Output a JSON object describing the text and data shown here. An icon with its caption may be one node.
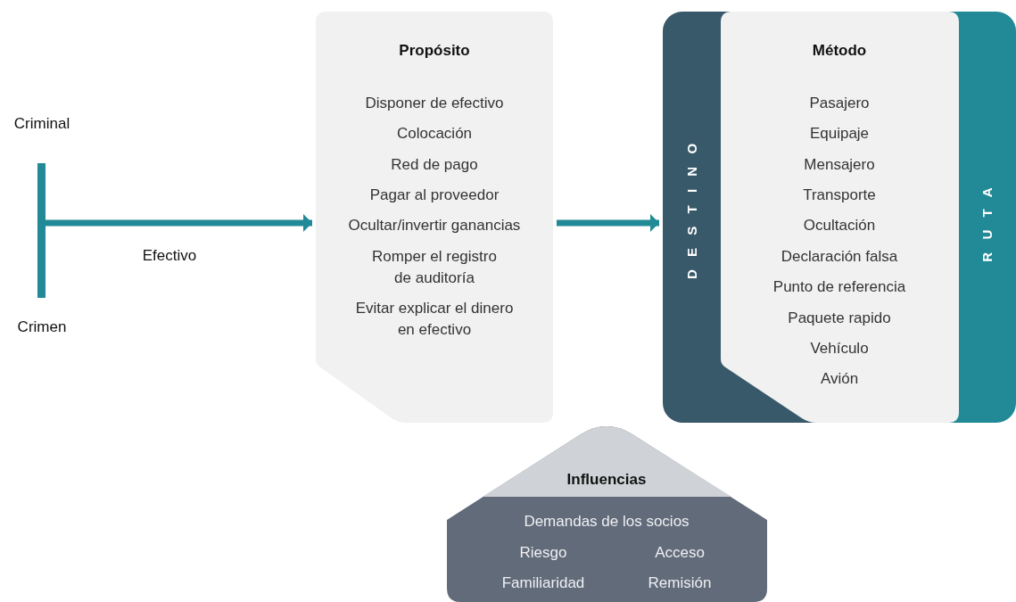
{
  "diagram": {
    "nodes": [
      {
        "text": [],
        "shape": "bar"
      },
      {
        "text": [
          "Propósito",
          "Disponer de efectivo",
          "Colocación",
          "Red de pago",
          "Pagar al proveedor",
          "Ocultar/invertir ganancias",
          "Romper el registro de auditoría",
          "Evitar explicar el dinero en efectivo"
        ]
      },
      {
        "text": [
          "DESTINO",
          "RUTA"
        ]
      },
      {
        "text": [
          "Método",
          "Pasajero",
          "Equipaje",
          "Mensajero",
          "Transporte",
          "Ocultación",
          "Declaración falsa",
          "Punto de referencia",
          "Paquete rapido",
          "Vehículo",
          "Avión"
        ],
        "in": 2
      },
      {
        "text": [
          "Influencias",
          "Demandas de los socios",
          "Riesgo",
          "Acceso",
          "Familiaridad",
          "Remisión"
        ]
      }
    ],
    "edges": [
      {
        "from": 0,
        "to": 1,
        "arrow": "to",
        "label": "Efectivo"
      },
      {
        "from": 1,
        "to": 2,
        "arrow": "to"
      }
    ],
    "labels": [
      "Criminal",
      "Crimen"
    ]
  }
}
